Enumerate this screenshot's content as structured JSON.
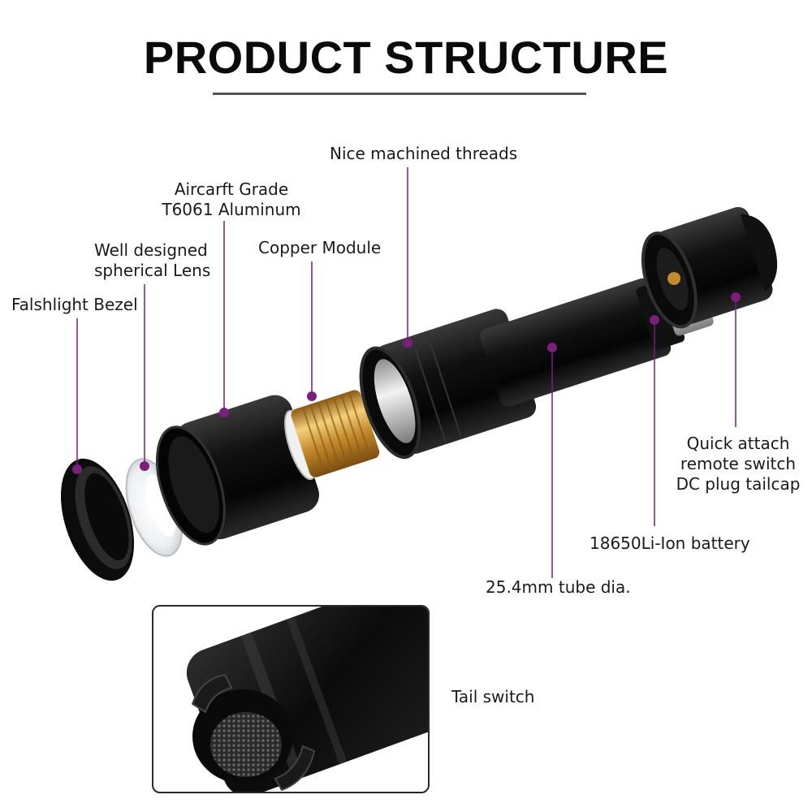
{
  "title": "PRODUCT STRUCTURE",
  "colors": {
    "leader": "#7a1f7a",
    "metal_dark": "#151515",
    "copper": "#d6a24a",
    "steel": "#c9c9c9",
    "background": "#ffffff"
  },
  "labels": {
    "bezel": "Falshlight Bezel",
    "lens_line1": "Well designed",
    "lens_line2": "spherical Lens",
    "alu_line1": "Aircarft Grade",
    "alu_line2": "T6061 Aluminum",
    "copper": "Copper Module",
    "threads": "Nice machined threads",
    "tube": "25.4mm tube dia.",
    "battery": "18650Li-Ion battery",
    "tailcap_line1": "Quick attach",
    "tailcap_line2": "remote switch",
    "tailcap_line3": "DC plug tailcap",
    "tail_switch": "Tail switch"
  }
}
